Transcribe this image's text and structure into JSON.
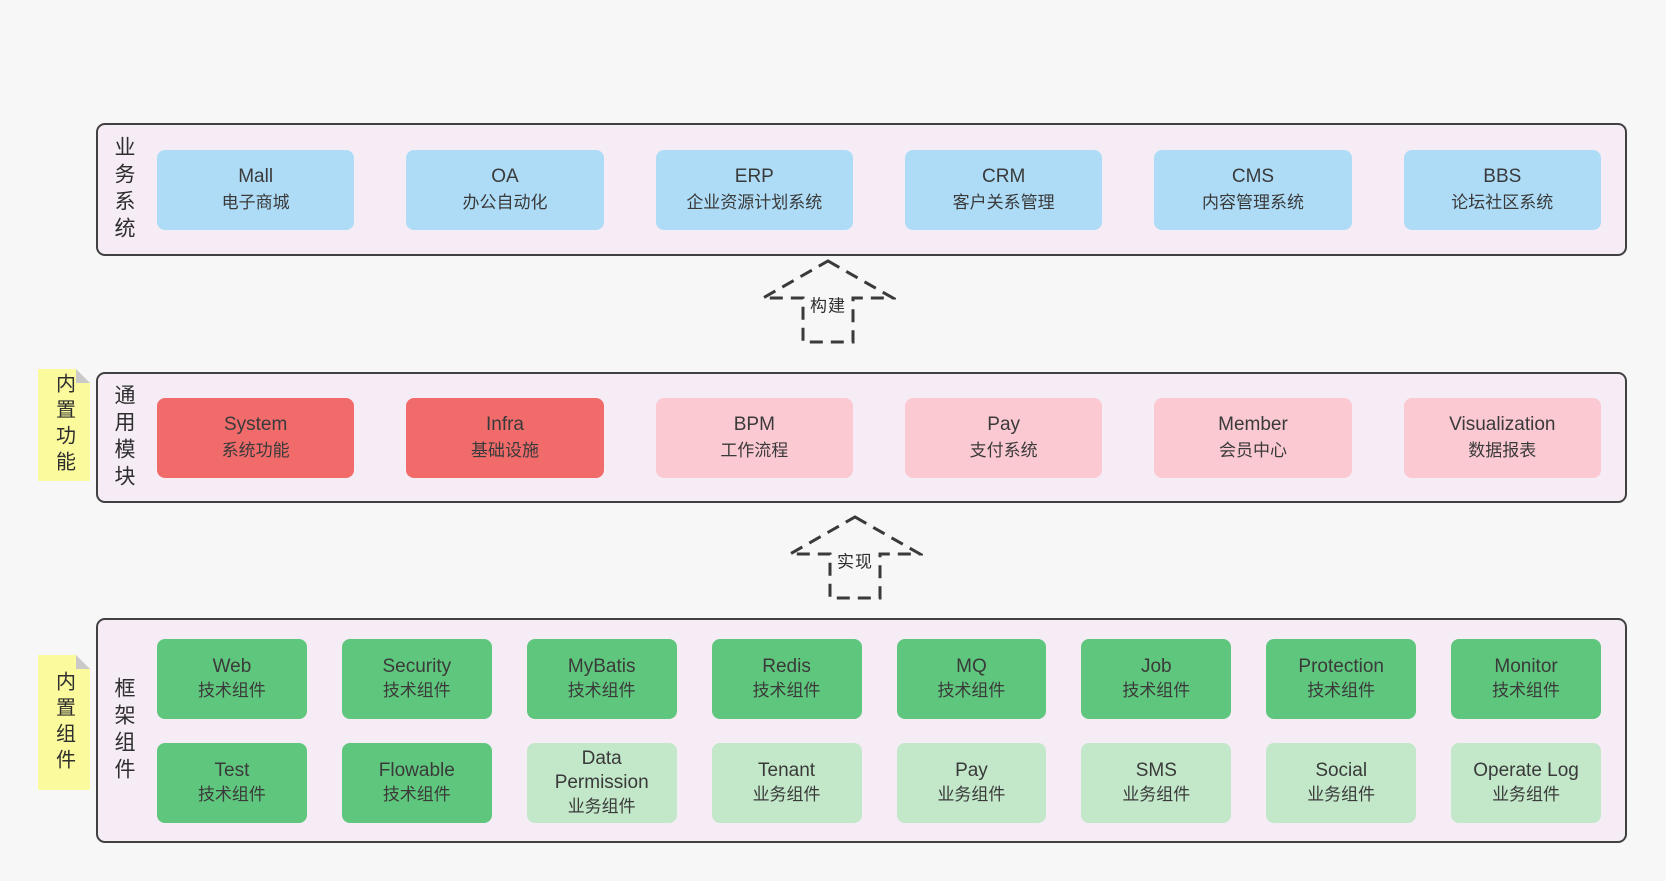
{
  "colors": {
    "page_bg": "#f7f7f7",
    "panel_bg": "#f6ecf5",
    "panel_border": "#414141",
    "blue_card": "#aedcf7",
    "red_card": "#f16b6b",
    "pink_card": "#fbc9d2",
    "green_dark_card": "#5fc67d",
    "green_light_card": "#c2e7c9",
    "sticky_yellow": "#fbfa9d",
    "text": "#3a3a3a"
  },
  "arrows": [
    {
      "label": "构建"
    },
    {
      "label": "实现"
    }
  ],
  "sections": [
    {
      "label": "业务系统",
      "items": [
        {
          "title": "Mall",
          "subtitle": "电子商城"
        },
        {
          "title": "OA",
          "subtitle": "办公自动化"
        },
        {
          "title": "ERP",
          "subtitle": "企业资源计划系统"
        },
        {
          "title": "CRM",
          "subtitle": "客户关系管理"
        },
        {
          "title": "CMS",
          "subtitle": "内容管理系统"
        },
        {
          "title": "BBS",
          "subtitle": "论坛社区系统"
        }
      ]
    },
    {
      "label": "通用模块",
      "note": "内置功能",
      "items": [
        {
          "title": "System",
          "subtitle": "系统功能"
        },
        {
          "title": "Infra",
          "subtitle": "基础设施"
        },
        {
          "title": "BPM",
          "subtitle": "工作流程"
        },
        {
          "title": "Pay",
          "subtitle": "支付系统"
        },
        {
          "title": "Member",
          "subtitle": "会员中心"
        },
        {
          "title": "Visualization",
          "subtitle": "数据报表"
        }
      ]
    },
    {
      "label": "框架组件",
      "note": "内置组件",
      "rows": [
        [
          {
            "title": "Web",
            "subtitle": "技术组件"
          },
          {
            "title": "Security",
            "subtitle": "技术组件"
          },
          {
            "title": "MyBatis",
            "subtitle": "技术组件"
          },
          {
            "title": "Redis",
            "subtitle": "技术组件"
          },
          {
            "title": "MQ",
            "subtitle": "技术组件"
          },
          {
            "title": "Job",
            "subtitle": "技术组件"
          },
          {
            "title": "Protection",
            "subtitle": "技术组件"
          },
          {
            "title": "Monitor",
            "subtitle": "技术组件"
          }
        ],
        [
          {
            "title": "Test",
            "subtitle": "技术组件"
          },
          {
            "title": "Flowable",
            "subtitle": "技术组件"
          },
          {
            "title": "Data Permission",
            "subtitle": "业务组件"
          },
          {
            "title": "Tenant",
            "subtitle": "业务组件"
          },
          {
            "title": "Pay",
            "subtitle": "业务组件"
          },
          {
            "title": "SMS",
            "subtitle": "业务组件"
          },
          {
            "title": "Social",
            "subtitle": "业务组件"
          },
          {
            "title": "Operate Log",
            "subtitle": "业务组件"
          }
        ]
      ]
    }
  ]
}
